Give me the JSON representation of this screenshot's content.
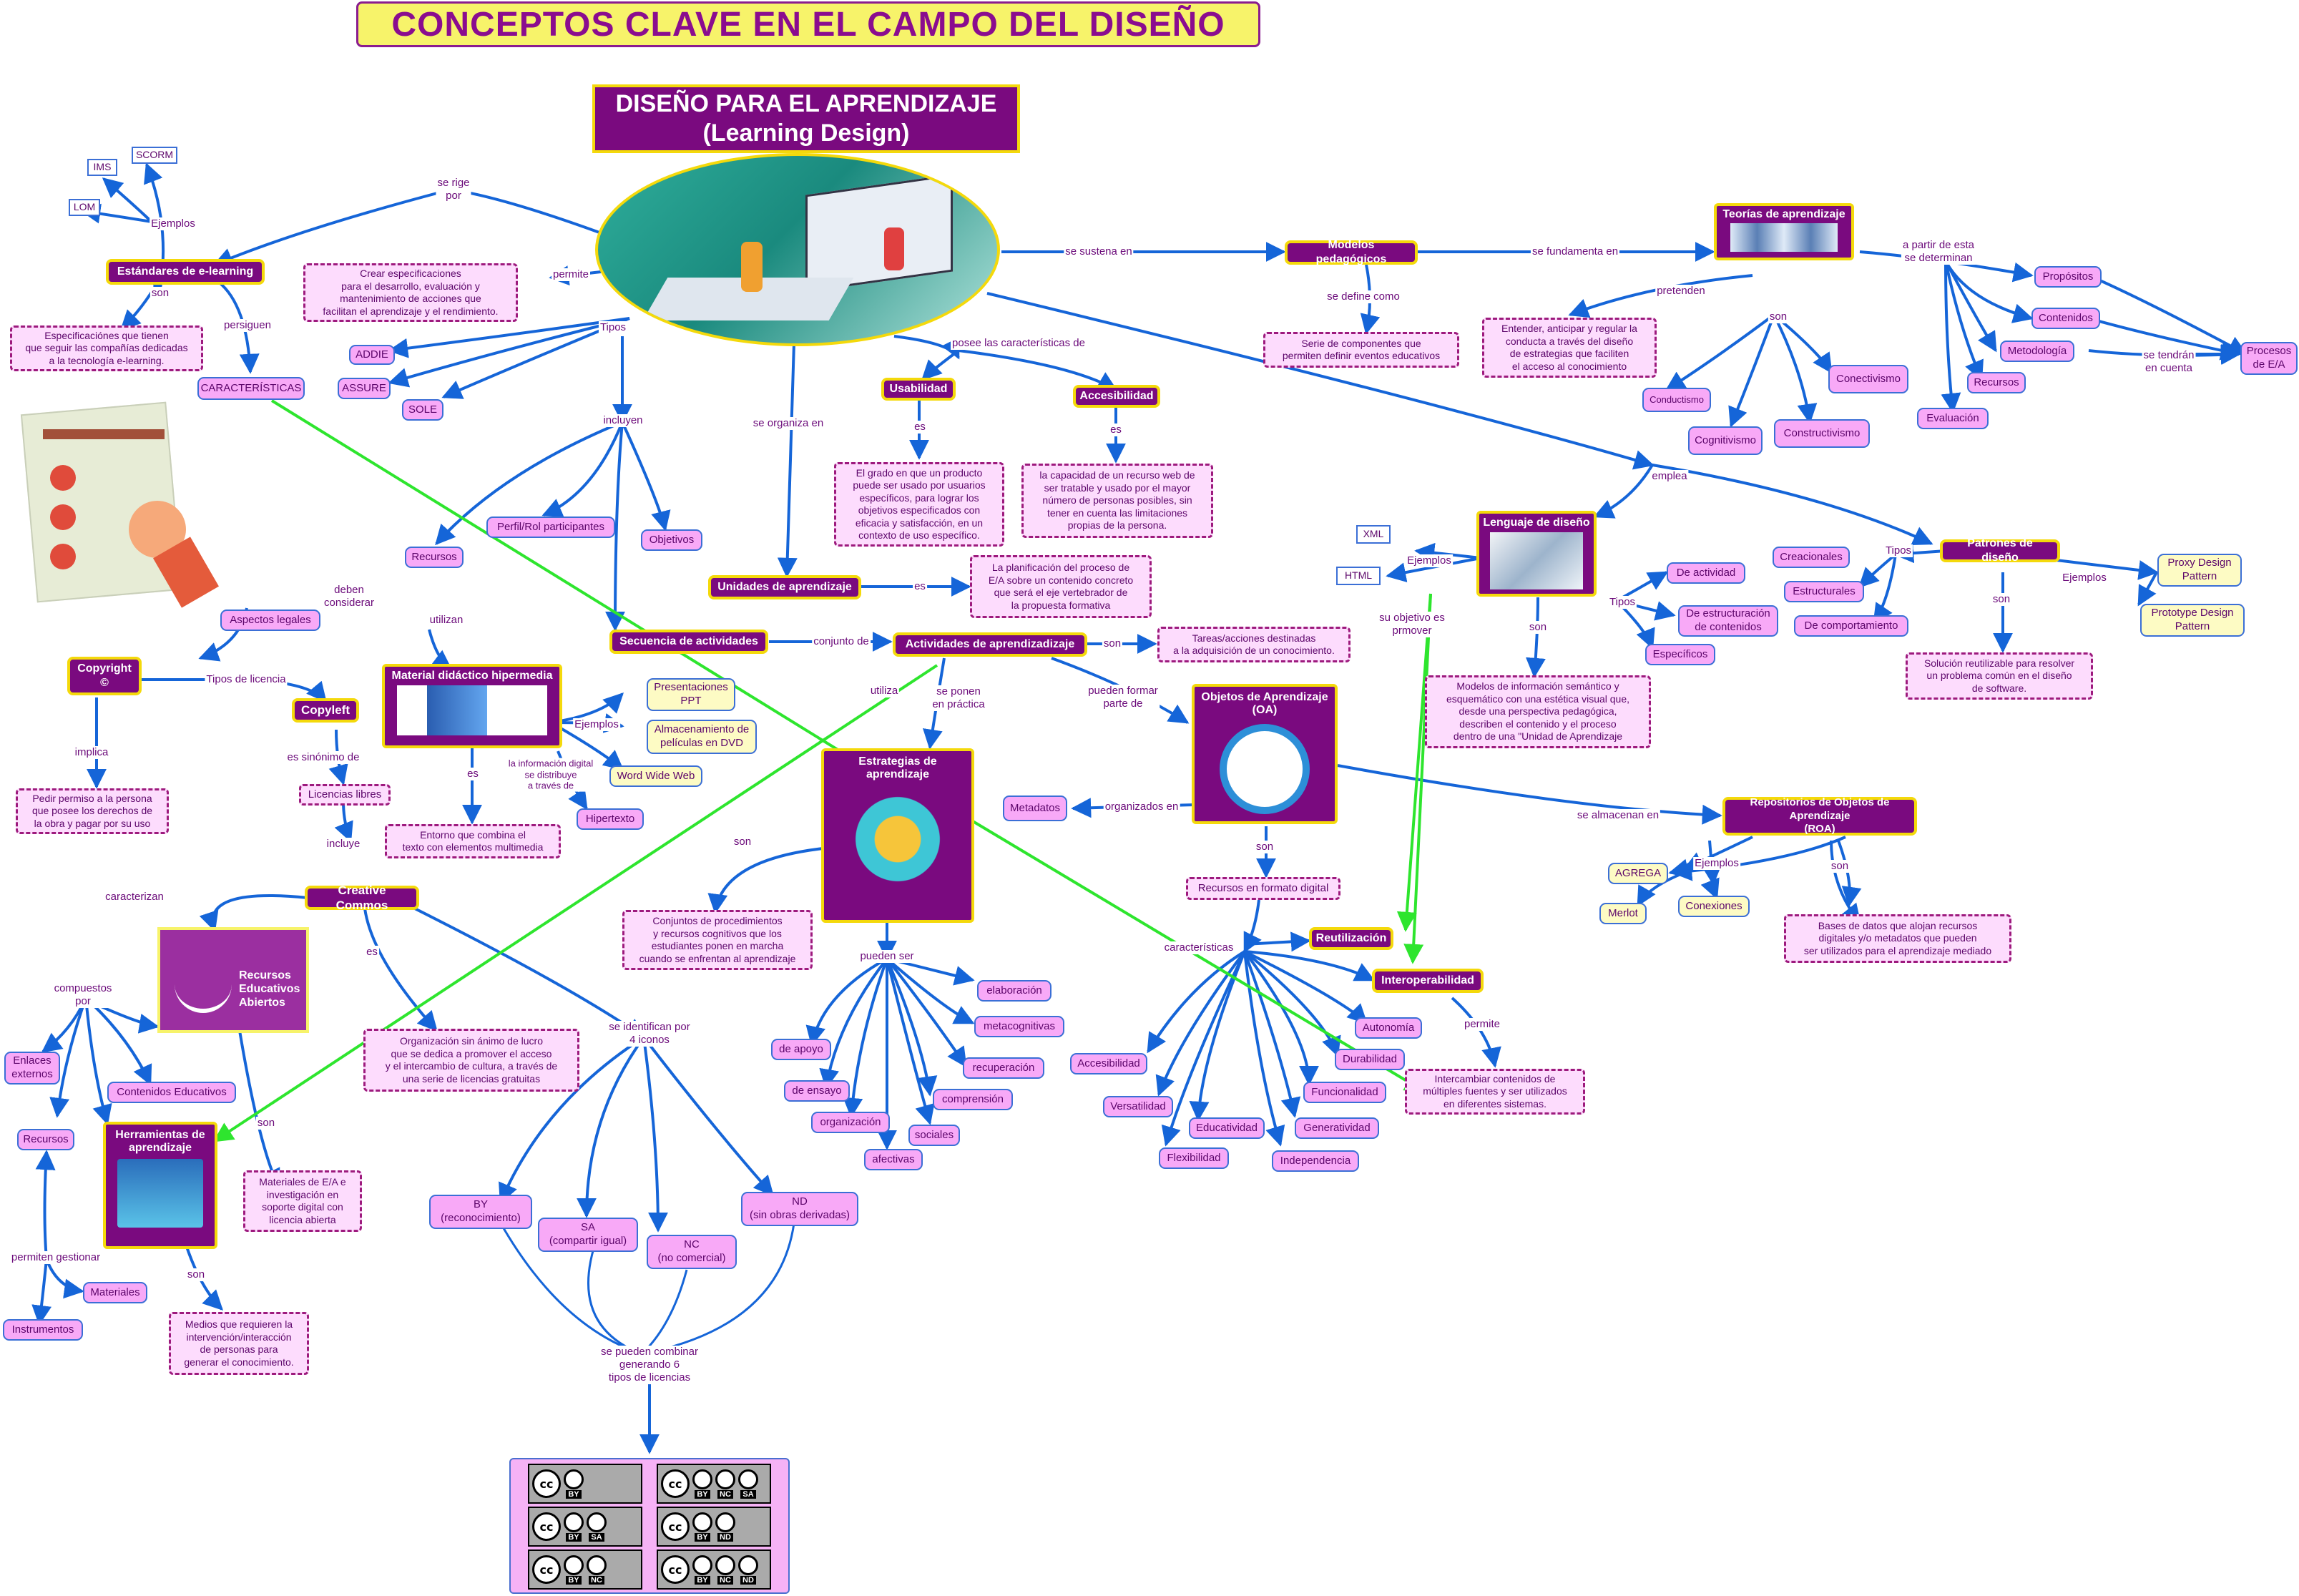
{
  "title": "CONCEPTOS CLAVE EN EL CAMPO DEL DISEÑO",
  "center": "DISEÑO PARA EL APRENDIZAJE\n(Learning Design)",
  "nodes": {
    "estandares": "Estándares de e-learning",
    "scorm": "SCORM",
    "ims": "IMS",
    "lom": "LOM",
    "espec_estandares": "Especificaciónes que tienen\nque seguir las compañías dedicadas\na la tecnología e-learning.",
    "caracteristicas": "CARACTERÍSTICAS",
    "crear_espec": "Crear especificaciones\npara el desarrollo, evaluación y\nmantenimiento de acciones que\nfacilitan el aprendizaje y el rendimiento.",
    "addie": "ADDIE",
    "assure": "ASSURE",
    "sole": "SOLE",
    "recursos": "Recursos",
    "perfil": "Perfil/Rol participantes",
    "objetivos": "Objetivos",
    "aspectos_legales": "Aspectos legales",
    "copyright": "Copyright\n©",
    "copyleft": "Copyleft",
    "pedir_permiso": "Pedir permiso a la persona\nque posee los derechos de\nla obra y pagar por su uso",
    "licencias_libres": "Licencias libres",
    "creative_commons": "Creative Commos",
    "material_didactico": "Material didáctico hipermedia",
    "presentaciones": "Presentaciones\nPPT",
    "almacenamiento": "Almacenamiento de\npelículas en DVD",
    "www": "Word Wide Web",
    "hipertexto": "Hipertexto",
    "entorno": "Entorno que combina el\ntexto con elementos multimedia",
    "secuencia": "Secuencia de actividades",
    "actividades": "Actividades de aprendizadizaje",
    "tareas": "Tareas/acciones destinadas\na la adquisición de un conocimiento.",
    "unidades": "Unidades de aprendizaje",
    "planificacion": "La planificación del proceso de\nE/A sobre un contenido concreto\nque será el eje vertebrador de\nla propuesta formativa",
    "usabilidad": "Usabilidad",
    "usabilidad_def": "El grado en que un producto\npuede ser usado por usuarios\nespecíficos, para lograr los\nobjetivos especificados con\neficacia y satisfacción, en un\ncontexto de uso específico.",
    "accesibilidad": "Accesibilidad",
    "accesibilidad_def": "la capacidad de un recurso web de\nser tratable y usado por el mayor\nnúmero de personas posibles, sin\ntener en cuenta las limitaciones\npropias de la persona.",
    "modelos": "Modelos pedagógicos",
    "modelos_def": "Serie de componentes que\npermiten definir eventos educativos",
    "teorias": "Teorías de aprendizaje",
    "teorias_def": "Entender, anticipar y regular la\nconducta a través del diseño\nde estrategias que faciliten\nel acceso al conocimiento",
    "conductismo": "Conductismo",
    "cognitivismo": "Cognitivismo",
    "constructivismo": "Constructivismo",
    "conectivismo": "Conectivismo",
    "propositos": "Propósitos",
    "contenidos": "Contenidos",
    "metodologia": "Metodología",
    "recursos_t": "Recursos",
    "evaluacion": "Evaluación",
    "procesos": "Procesos\nde E/A",
    "lenguaje": "Lenguaje de diseño",
    "xml": "XML",
    "html": "HTML",
    "de_actividad": "De actividad",
    "de_estructuracion": "De estructuración\nde contenidos",
    "especificos": "Específicos",
    "lenguaje_def": "Modelos de información semántico y\nesquemático con una estética visual que,\ndesde una perspectiva pedagógica,\ndescriben el contenido y el proceso\ndentro de una \"Unidad de Aprendizaje",
    "patrones": "Patrones de diseño",
    "creacionales": "Creacionales",
    "estructurales": "Estructurales",
    "de_comportamiento": "De comportamiento",
    "proxy": "Proxy Design\nPattern",
    "prototype": "Prototype Design\nPattern",
    "patrones_def": "Solución reutilizable para resolver\nun problema común en el diseño\nde software.",
    "oa": "Objetos de Aprendizaje\n(OA)",
    "metadatos": "Metadatos",
    "recursos_formato": "Recursos en formato digital",
    "reutilizacion": "Reutilización",
    "interoperabilidad": "Interoperabilidad",
    "interop_def": "Intercambiar contenidos de\nmúltiples fuentes y ser utilizados\nen diferentes sistemas.",
    "accesibilidad2": "Accesibilidad",
    "versatilidad": "Versatilidad",
    "flexibilidad": "Flexibilidad",
    "educatividad": "Educatividad",
    "independencia": "Independencia",
    "generatividad": "Generatividad",
    "funcionalidad": "Funcionalidad",
    "durabilidad": "Durabilidad",
    "autonomia": "Autonomía",
    "roa": "Repositorios de Objetos de Aprendizaje\n(ROA)",
    "agrega": "AGREGA",
    "merlot": "Merlot",
    "conexiones": "Conexiones",
    "roa_def": "Bases de datos que alojan recursos\ndigitales y/o metadatos que pueden\nser utilizados para el aprendizaje mediado",
    "estrategias": "Estrategias de\naprendizaje",
    "estrategias_def": "Conjuntos de procedimientos\ny recursos cognitivos que los\nestudiantes ponen en marcha\ncuando se enfrentan al aprendizaje",
    "de_apoyo": "de apoyo",
    "de_ensayo": "de ensayo",
    "organizacion": "organización",
    "afectivas": "afectivas",
    "sociales": "sociales",
    "comprension": "comprensión",
    "recuperacion": "recuperación",
    "metacognitivas": "metacognitivas",
    "elaboracion": "elaboración",
    "cc_def": "Organización sin ánimo de lucro\nque se dedica a promover el acceso\ny el intercambio de cultura, a través de\nuna serie de licencias gratuitas",
    "rea": "Recursos\nEducativos\nAbiertos",
    "enlaces": "Enlaces\nexternos",
    "contenidos_edu": "Contenidos Educativos",
    "recursos_rea": "Recursos",
    "materiales": "Materiales",
    "instrumentos": "Instrumentos",
    "rea_def": "Materiales de E/A e\ninvestigación en\nsoporte digital con\nlicencia abierta",
    "herramientas": "Herramientas de\naprendizaje",
    "herramientas_def": "Medios que requieren la\nintervención/interacción\nde personas para\ngenerar el conocimiento.",
    "by": "BY\n(reconocimiento)",
    "sa": "SA\n(compartir igual)",
    "nc": "NC\n(no comercial)",
    "nd": "ND\n(sin obras derivadas)"
  },
  "labels": {
    "se_rige_por": "se rige\npor",
    "ejemplos1": "Ejemplos",
    "son1": "son",
    "persiguen": "persiguen",
    "permite1": "permite",
    "tipos1": "Tipos",
    "incluyen": "incluyen",
    "deben_considerar": "deben\nconsiderar",
    "utilizan": "utilizan",
    "tipos_licencia": "Tipos de licencia",
    "implica": "implica",
    "es_sinonimo": "es sinónimo de",
    "incluye": "incluye",
    "ejemplos2": "Ejemplos",
    "es1": "es",
    "la_info": "la información digital\nse distribuye\na través de",
    "se_organiza_en": "se organiza en",
    "es2": "es",
    "conjunto_de": "conjunto de",
    "son2": "son",
    "utiliza": "utiliza",
    "se_ponen": "se ponen\nen práctica",
    "pueden_formar": "pueden formar\nparte de",
    "posee": "posee las características de",
    "es3": "es",
    "es4": "es",
    "se_sustena": "se sustena en",
    "se_define": "se define como",
    "se_fundamenta": "se fundamenta en",
    "pretenden": "pretenden",
    "son3": "son",
    "a_partir": "a partir de esta\nse determinan",
    "se_tendran": "se tendrán\nen cuenta",
    "emplea": "emplea",
    "ejemplos3": "Ejemplos",
    "tipos2": "Tipos",
    "su_objetivo": "su objetivo es\nprmover",
    "son4": "son",
    "tipos3": "Tipos",
    "ejemplos4": "Ejemplos",
    "son5": "son",
    "organizados_en": "organizados en",
    "son6": "son",
    "caracteristicas": "características",
    "permite2": "permite",
    "se_almacenan": "se almacenan en",
    "ejemplos5": "Ejemplos",
    "son7": "son",
    "son8": "son",
    "pueden_ser": "pueden ser",
    "caracterizan": "caracterizan",
    "es5": "es",
    "compuestos": "compuestos\npor",
    "son9": "son",
    "permiten_gestionar": "permiten gestionar",
    "son10": "son",
    "se_identifican": "se identifican por\n4 iconos",
    "se_pueden_combinar": "se pueden combinar\ngenerando 6\ntipos de licencias"
  },
  "cc_licenses": [
    {
      "icons": "BY"
    },
    {
      "icons": "BY NC SA"
    },
    {
      "icons": "BY SA"
    },
    {
      "icons": "BY ND"
    },
    {
      "icons": "BY NC"
    },
    {
      "icons": "BY NC ND"
    }
  ],
  "colors": {
    "node_purple": "#7a0a7f",
    "node_pink": "#f8a9f7",
    "link_blue": "#1565d8",
    "link_green": "#2ee52e",
    "title_yellow": "#f7f36a"
  }
}
